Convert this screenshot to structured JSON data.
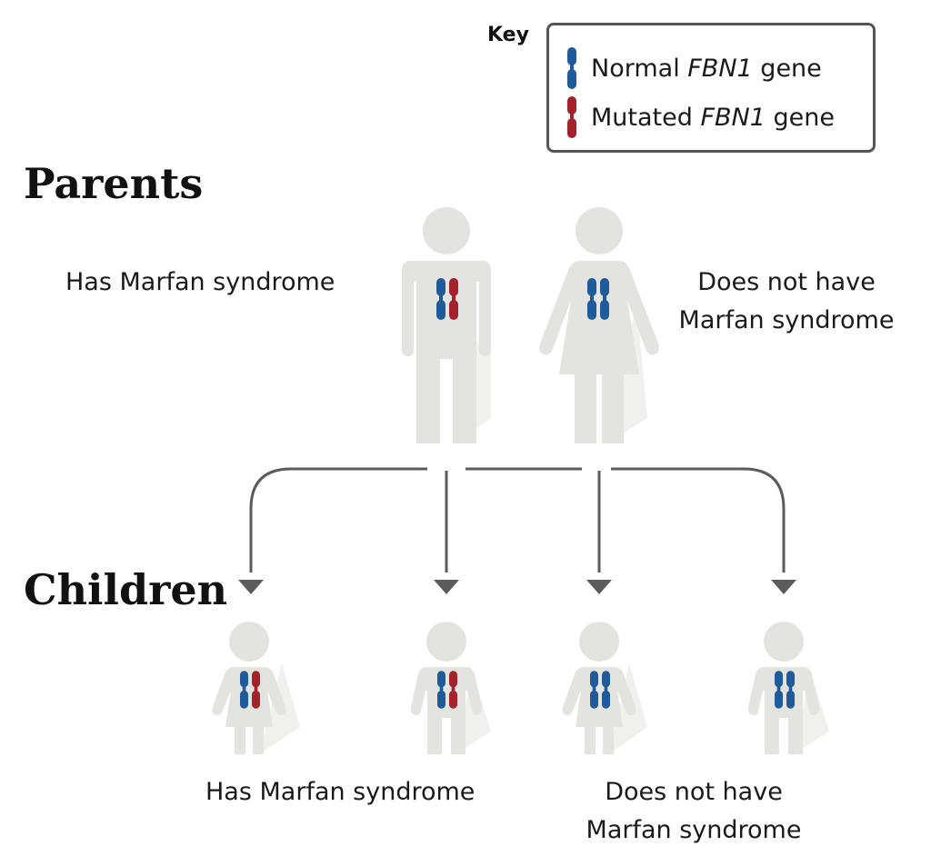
{
  "key": {
    "title": "Key",
    "items": [
      {
        "pre": "Normal ",
        "gene": "FBN1",
        "post": " gene",
        "color": "#1f5a9a"
      },
      {
        "pre": "Mutated ",
        "gene": "FBN1",
        "post": " gene",
        "color": "#a3222b"
      }
    ]
  },
  "sections": {
    "parents": "Parents",
    "children": "Children"
  },
  "parents": {
    "father_label": "Has Marfan syndrome",
    "mother_label_line1": "Does not have",
    "mother_label_line2": "Marfan syndrome"
  },
  "children": {
    "affected_label": "Has Marfan syndrome",
    "unaffected_label_line1": "Does not have",
    "unaffected_label_line2": "Marfan syndrome"
  },
  "colors": {
    "normal": "#1f5a9a",
    "mutated": "#a3222b",
    "figure": "#e3e3e0",
    "shadow": "#f0f0ee",
    "arrow": "#5b5b5b"
  }
}
